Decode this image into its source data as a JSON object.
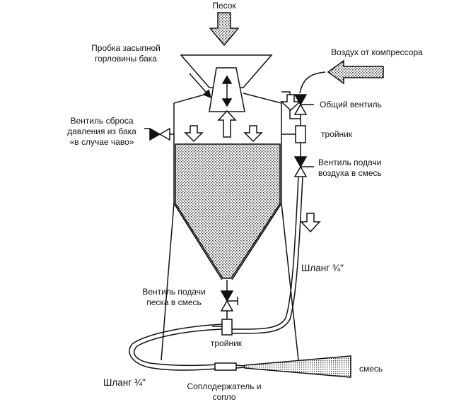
{
  "labels": {
    "sand": "Песок",
    "fill_plug_l1": "Пробка засыпной",
    "fill_plug_l2": "горловины бака",
    "air_from_compressor": "Воздух от компрессора",
    "main_valve": "Общий вентиль",
    "relief_valve_l1": "Вентиль сброса",
    "relief_valve_l2": "давления из бака",
    "relief_valve_l3": "«в случае чаво»",
    "tee_top": "тройник",
    "air_valve_l1": "Вентиль подачи",
    "air_valve_l2": "воздуха в смесь",
    "hose_right": "Шланг ¾\"",
    "sand_valve_l1": "Вентиль подачи",
    "sand_valve_l2": "песка в смесь",
    "tee_bottom": "тройник",
    "hose_left": "Шланг ¾\"",
    "nozzle_l1": "Соплодержатель и",
    "nozzle_l2": "сопло",
    "mixture": "смесь"
  },
  "colors": {
    "stroke": "#111111",
    "fill": "#ffffff",
    "stipple": "#555555"
  }
}
